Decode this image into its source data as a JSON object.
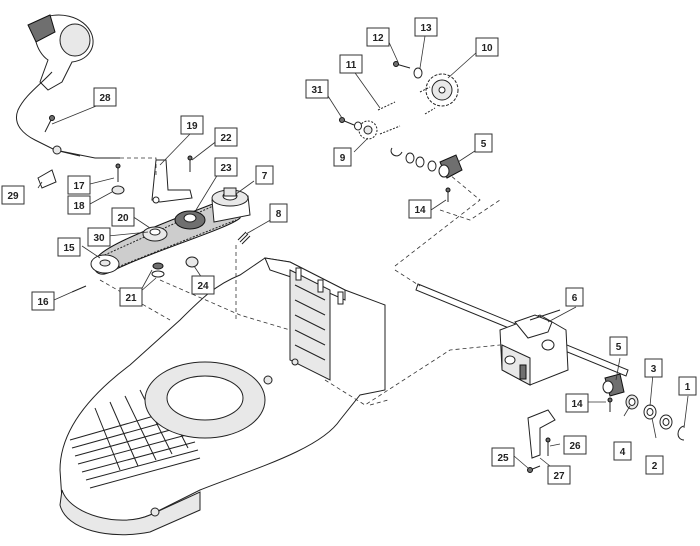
{
  "callouts": [
    {
      "id": "1",
      "text": "1"
    },
    {
      "id": "2",
      "text": "2"
    },
    {
      "id": "3",
      "text": "3"
    },
    {
      "id": "4",
      "text": "4"
    },
    {
      "id": "5a",
      "text": "5"
    },
    {
      "id": "5b",
      "text": "5"
    },
    {
      "id": "6",
      "text": "6"
    },
    {
      "id": "7",
      "text": "7"
    },
    {
      "id": "8",
      "text": "8"
    },
    {
      "id": "9",
      "text": "9"
    },
    {
      "id": "10",
      "text": "10"
    },
    {
      "id": "11",
      "text": "11"
    },
    {
      "id": "12",
      "text": "12"
    },
    {
      "id": "13",
      "text": "13"
    },
    {
      "id": "14a",
      "text": "14"
    },
    {
      "id": "14b",
      "text": "14"
    },
    {
      "id": "15",
      "text": "15"
    },
    {
      "id": "16",
      "text": "16"
    },
    {
      "id": "17",
      "text": "17"
    },
    {
      "id": "18",
      "text": "18"
    },
    {
      "id": "19",
      "text": "19"
    },
    {
      "id": "20",
      "text": "20"
    },
    {
      "id": "21",
      "text": "21"
    },
    {
      "id": "22",
      "text": "22"
    },
    {
      "id": "23",
      "text": "23"
    },
    {
      "id": "24",
      "text": "24"
    },
    {
      "id": "25",
      "text": "25"
    },
    {
      "id": "26",
      "text": "26"
    },
    {
      "id": "27",
      "text": "27"
    },
    {
      "id": "28",
      "text": "28"
    },
    {
      "id": "29",
      "text": "29"
    },
    {
      "id": "30",
      "text": "30"
    },
    {
      "id": "31",
      "text": "31"
    }
  ],
  "colors": {
    "ink": "#222222",
    "paper": "#ffffff",
    "shade": "#e8e8e8",
    "dark": "#6f6f6f"
  }
}
